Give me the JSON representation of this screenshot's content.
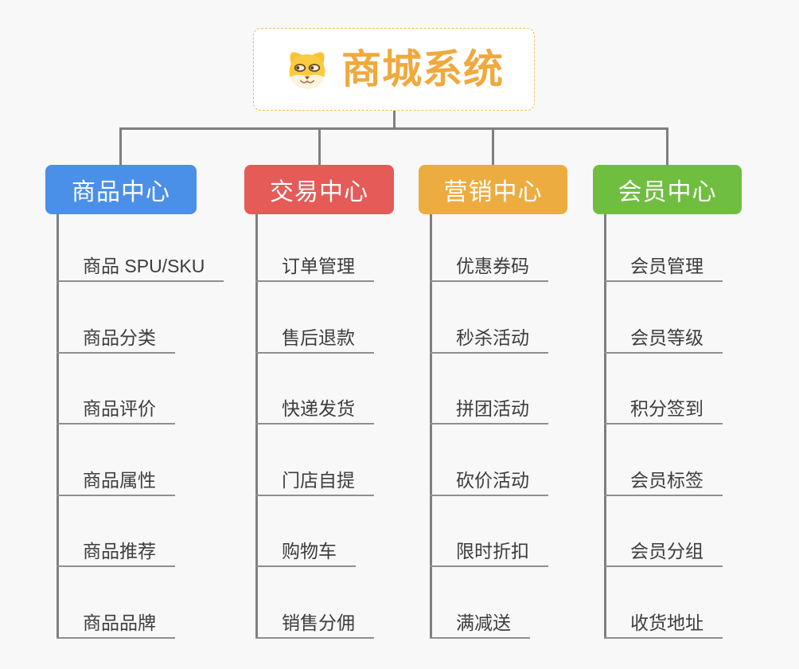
{
  "root": {
    "title": "商城系统",
    "icon": "shiba-dog-icon"
  },
  "branches": [
    {
      "label": "商品中心",
      "color": "#4A8FE8",
      "children": [
        "商品 SPU/SKU",
        "商品分类",
        "商品评价",
        "商品属性",
        "商品推荐",
        "商品品牌"
      ]
    },
    {
      "label": "交易中心",
      "color": "#E45B58",
      "children": [
        "订单管理",
        "售后退款",
        "快递发货",
        "门店自提",
        "购物车",
        "销售分佣"
      ]
    },
    {
      "label": "营销中心",
      "color": "#EDAC3F",
      "children": [
        "优惠券码",
        "秒杀活动",
        "拼团活动",
        "砍价活动",
        "限时折扣",
        "满减送"
      ]
    },
    {
      "label": "会员中心",
      "color": "#6FBE3F",
      "children": [
        "会员管理",
        "会员等级",
        "积分签到",
        "会员标签",
        "会员分组",
        "收货地址"
      ]
    }
  ],
  "colors": {
    "background": "#F8F8F8",
    "connector": "#7F7F7F",
    "leaf_underline": "#8F8F8F",
    "leaf_text": "#3D3D3D",
    "root_text": "#EFA93D",
    "root_border": "#F2BA61"
  }
}
